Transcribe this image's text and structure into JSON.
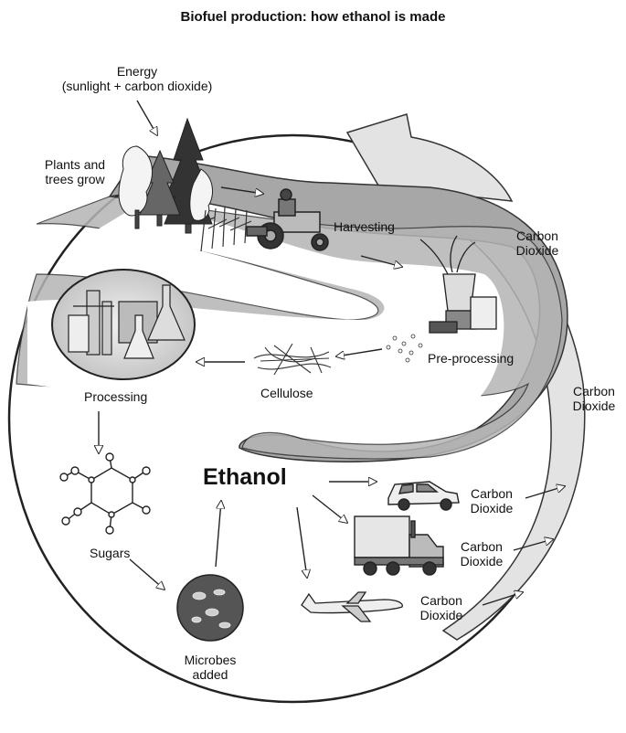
{
  "title": "Biofuel production: how ethanol is made",
  "labels": {
    "energy": {
      "line1": "Energy",
      "line2": "(sunlight + carbon dioxide)"
    },
    "plants": {
      "line1": "Plants and",
      "line2": "trees grow"
    },
    "harvesting": "Harvesting",
    "preprocessing": "Pre-processing",
    "cellulose": "Cellulose",
    "processing": "Processing",
    "sugars": "Sugars",
    "microbes": {
      "line1": "Microbes",
      "line2": "added"
    },
    "ethanol": "Ethanol",
    "co2_top": {
      "line1": "Carbon",
      "line2": "Dioxide"
    },
    "co2_mid": {
      "line1": "Carbon",
      "line2": "Dioxide"
    },
    "co2_car": {
      "line1": "Carbon",
      "line2": "Dioxide"
    },
    "co2_truck": {
      "line1": "Carbon",
      "line2": "Dioxide"
    },
    "co2_plane": {
      "line1": "Carbon",
      "line2": "Dioxide"
    }
  },
  "icons": [
    "trees-icon",
    "tractor-icon",
    "corn-icon",
    "grinder-icon",
    "fibers-icon",
    "lab-icon",
    "molecule-icon",
    "microbe-icon",
    "car-icon",
    "truck-icon",
    "airplane-icon"
  ],
  "colors": {
    "road": "#9a9a9a",
    "road_light": "#cfcfcf",
    "arrow_band": "#d9d9d9",
    "ink": "#111111"
  }
}
